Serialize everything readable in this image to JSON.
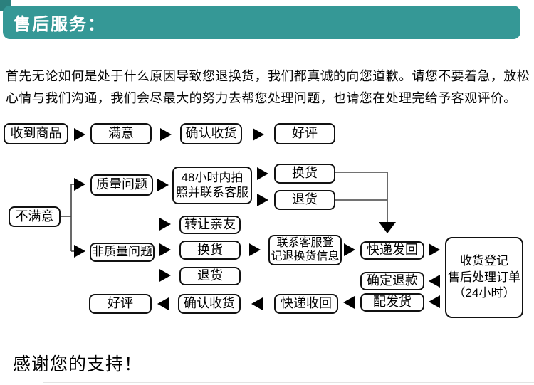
{
  "header": {
    "title": "售后服务："
  },
  "intro": {
    "line1": "首先无论如何是处于什么原因导致您退换货，我们都真诚的向您道歉。请您不要着急，放松",
    "line2": "心情与我们沟通，我们会尽最大的努力去帮您处理问题，也请您在处理完给予客观评价。"
  },
  "flow": {
    "received": "收到商品",
    "satisfied": "满意",
    "confirm_receipt_top": "确认收货",
    "good_review_top": "好评",
    "unsatisfied": "不满意",
    "quality_issue": "质量问题",
    "photo48": {
      "line1": "48小时内拍",
      "line2": "照并联系客服"
    },
    "exchange_top": "换货",
    "return_top": "退货",
    "non_quality": "非质量问题",
    "transfer_friends": "转让亲友",
    "exchange_mid": "换货",
    "return_mid": "退货",
    "contact_cs": {
      "line1": "联系客服登",
      "line2": "记退换货信息"
    },
    "express_back": "快递发回",
    "confirm_refund": "确定退款",
    "dispatch_goods": "配发货",
    "order_box": {
      "line1": "收货登记",
      "line2": "售后处理订单",
      "line3": "（24小时）"
    },
    "good_review_bottom": "好评",
    "confirm_receipt_bottom": "确认收货",
    "express_return": "快递收回"
  },
  "footer": {
    "thanks": "感谢您的支持！"
  },
  "colors": {
    "banner": "#359896",
    "banner_corner": "#2b807d",
    "box_border": "#111111",
    "connector_line": "#444444",
    "arrow": "#000000",
    "text": "#000000"
  }
}
